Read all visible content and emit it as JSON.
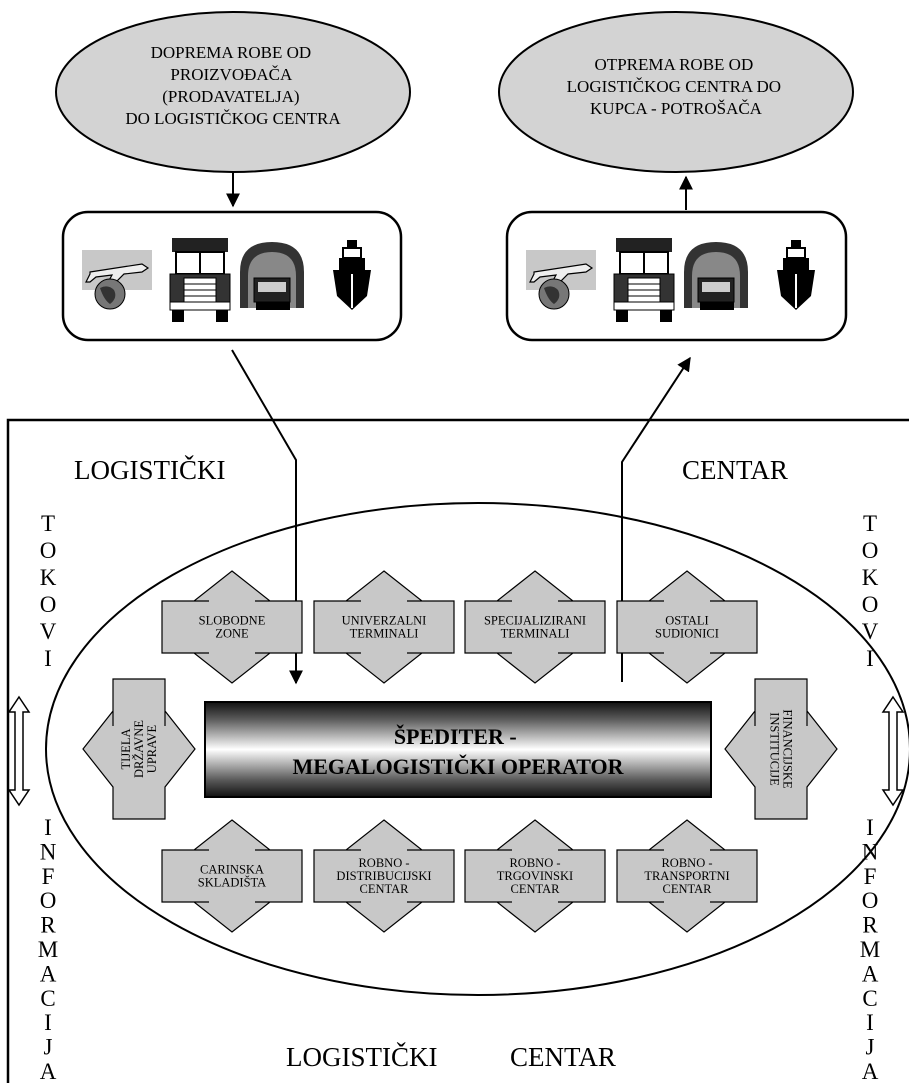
{
  "top_left_ellipse": [
    "DOPREMA ROBE OD",
    "PROIZVOĐAČA",
    "(PRODAVATELJA)",
    "DO LOGISTIČKOG CENTRA"
  ],
  "top_right_ellipse": [
    "OTPREMA ROBE OD",
    "LOGISTIČKOG CENTRA DO",
    "KUPCA - POTROŠAČA"
  ],
  "transport_icons": [
    "airplane-globe-icon",
    "truck-icon",
    "tunnel-vehicle-icon",
    "ship-icon"
  ],
  "frame_labels": {
    "top_left": "LOGISTIČKI",
    "top_right": "CENTAR",
    "bottom_left": "LOGISTIČKI",
    "bottom_right": "CENTAR"
  },
  "side_tokovi": [
    "T",
    "O",
    "K",
    "O",
    "V",
    "I"
  ],
  "side_informacija": [
    "I",
    "N",
    "F",
    "O",
    "R",
    "M",
    "A",
    "C",
    "I",
    "J",
    "A"
  ],
  "core": [
    "ŠPEDITER -",
    "MEGALOGISTIČKI OPERATOR"
  ],
  "top_row": [
    [
      "SLOBODNE",
      "ZONE"
    ],
    [
      "UNIVERZALNI",
      "TERMINALI"
    ],
    [
      "SPECIJALIZIRANI",
      "TERMINALI"
    ],
    [
      "OSTALI",
      "SUDIONICI"
    ]
  ],
  "bottom_row": [
    [
      "CARINSKA",
      "SKLADIŠTA"
    ],
    [
      "ROBNO -",
      "DISTRIBUCIJSKI",
      "CENTAR"
    ],
    [
      "ROBNO -",
      "TRGOVINSKI",
      "CENTAR"
    ],
    [
      "ROBNO -",
      "TRANSPORTNI",
      "CENTAR"
    ]
  ],
  "left_side": [
    "TIJELA",
    "DRŽAVNE",
    "UPRAVE"
  ],
  "right_side": [
    "FINANCIJSKE",
    "INSTITUCIJE"
  ],
  "colors": {
    "ellipse_fill": "#d3d3d3",
    "box_fill": "#c8c8c8",
    "core_dark": "#1a1a1a",
    "core_light": "#ffffff"
  }
}
